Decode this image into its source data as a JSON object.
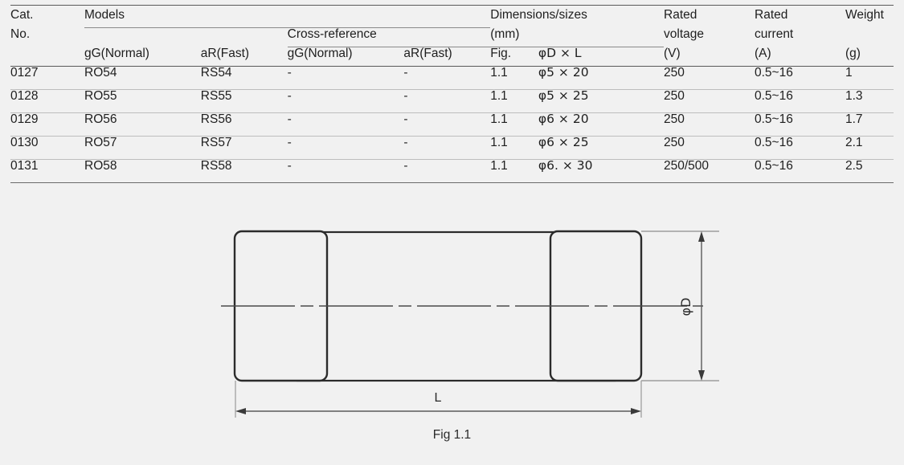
{
  "table": {
    "headers": {
      "cat_no_line1": "Cat.",
      "cat_no_line2": "No.",
      "models_group": "Models",
      "cross_reference_group": "Cross-reference",
      "dimensions_line1": "Dimensions/sizes",
      "dimensions_line2": "(mm)",
      "rated_voltage_line1": "Rated",
      "rated_voltage_line2": "voltage",
      "rated_voltage_unit": "(V)",
      "rated_current_line1": "Rated",
      "rated_current_line2": "current",
      "rated_current_unit": "(A)",
      "weight_line1": "Weight",
      "weight_unit": "(g)",
      "models_gg": "gG(Normal)",
      "models_ar": "aR(Fast)",
      "xref_gg": "gG(Normal)",
      "xref_ar": "aR(Fast)",
      "fig": "Fig.",
      "dim_formula": "φD × L"
    },
    "rows": [
      {
        "cat_no": "0127",
        "model_gg": "RO54",
        "model_ar": "RS54",
        "xref_gg": "-",
        "xref_ar": "-",
        "fig": "1.1",
        "dimensions": "φ5 × 20",
        "rated_voltage": "250",
        "rated_current": "0.5~16",
        "weight": "1"
      },
      {
        "cat_no": "0128",
        "model_gg": "RO55",
        "model_ar": "RS55",
        "xref_gg": "-",
        "xref_ar": "-",
        "fig": "1.1",
        "dimensions": "φ5 × 25",
        "rated_voltage": "250",
        "rated_current": "0.5~16",
        "weight": "1.3"
      },
      {
        "cat_no": "0129",
        "model_gg": "RO56",
        "model_ar": "RS56",
        "xref_gg": "-",
        "xref_ar": "-",
        "fig": "1.1",
        "dimensions": "φ6 × 20",
        "rated_voltage": "250",
        "rated_current": "0.5~16",
        "weight": "1.7"
      },
      {
        "cat_no": "0130",
        "model_gg": "RO57",
        "model_ar": "RS57",
        "xref_gg": "-",
        "xref_ar": "-",
        "fig": "1.1",
        "dimensions": "φ6 × 25",
        "rated_voltage": "250",
        "rated_current": "0.5~16",
        "weight": "2.1"
      },
      {
        "cat_no": "0131",
        "model_gg": "RO58",
        "model_ar": "RS58",
        "xref_gg": "-",
        "xref_ar": "-",
        "fig": "1.1",
        "dimensions": "φ6. × 30",
        "rated_voltage": "250/500",
        "rated_current": "0.5~16",
        "weight": "2.5"
      }
    ]
  },
  "figure": {
    "caption": "Fig 1.1",
    "diameter_label": "φD",
    "length_label": "L"
  },
  "colors": {
    "background": "#f1f1f1",
    "text": "#1e1e1e",
    "rule_dark": "#5a5a5a",
    "rule_light": "#bdbdbd",
    "drawing_stroke": "#2b2b2b",
    "dimension_stroke": "#6b6b6b"
  }
}
